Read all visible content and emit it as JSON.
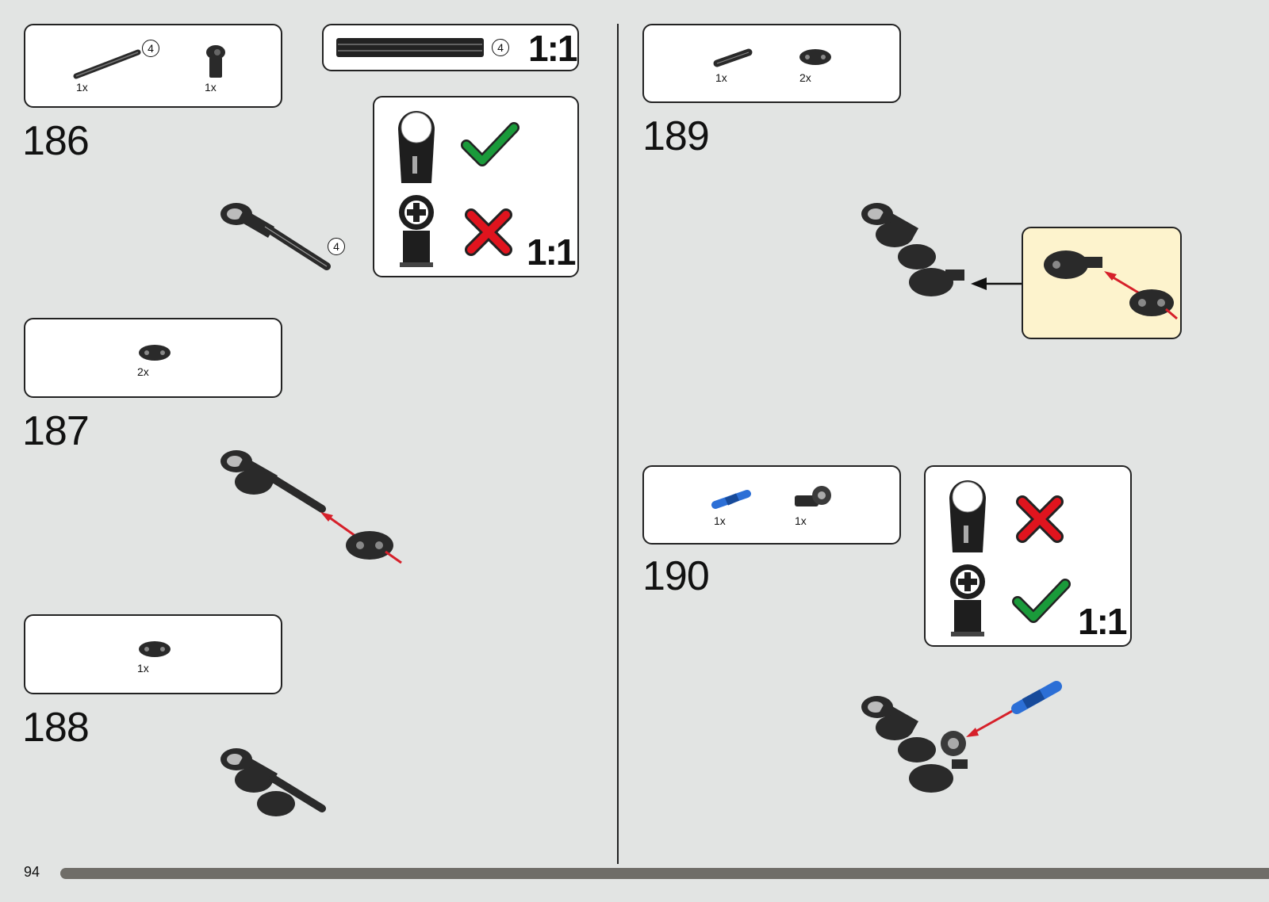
{
  "page": {
    "number": "94"
  },
  "steps": [
    {
      "id": "186",
      "number": "186",
      "parts": [
        {
          "qty": "1x",
          "icon": "axle-icon"
        },
        {
          "qty": "1x",
          "icon": "connector-icon"
        }
      ],
      "axle_length_badge": "4",
      "assembly_badge": "4"
    },
    {
      "id": "187",
      "number": "187",
      "parts": [
        {
          "qty": "2x",
          "icon": "liftarm-icon"
        }
      ]
    },
    {
      "id": "188",
      "number": "188",
      "parts": [
        {
          "qty": "1x",
          "icon": "liftarm-icon"
        }
      ]
    },
    {
      "id": "189",
      "number": "189",
      "parts": [
        {
          "qty": "1x",
          "icon": "axle-pin-icon"
        },
        {
          "qty": "2x",
          "icon": "liftarm-icon"
        }
      ]
    },
    {
      "id": "190",
      "number": "190",
      "parts": [
        {
          "qty": "1x",
          "icon": "blue-pin-icon"
        },
        {
          "qty": "1x",
          "icon": "cross-connector-icon"
        }
      ]
    }
  ],
  "scale_callouts": {
    "axle_scale": {
      "badge": "4",
      "label": "1:1"
    },
    "orientation_186": {
      "label": "1:1",
      "top_correct": true,
      "bottom_correct": false
    },
    "orientation_190": {
      "label": "1:1",
      "top_correct": false,
      "bottom_correct": true
    }
  },
  "colors": {
    "page_bg": "#e2e4e3",
    "check_green": "#1a9a3a",
    "cross_red": "#e0141e",
    "arrow_red": "#d6202a",
    "part_black": "#2a2a2a",
    "blue_pin": "#2c6fd6",
    "highlight_bg": "#fdf3cd",
    "progress_bar": "#6f6d68"
  }
}
